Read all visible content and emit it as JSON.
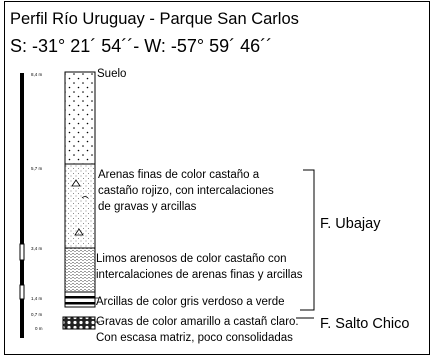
{
  "title": {
    "line1": "Perfil  Río Uruguay - Parque San Carlos",
    "line2": "S: -31° 21´ 54´´- W: -57° 59´ 46´´"
  },
  "scale_labels": [
    "8,4 m",
    "5,7 m",
    "3,4 m",
    "1,4 m",
    "0,7 m",
    "0 m"
  ],
  "layers": [
    {
      "id": "suelo",
      "lines": [
        "Suelo"
      ]
    },
    {
      "id": "arenas",
      "lines": [
        "Arenas finas de color castaño a",
        "castaño rojizo, con intercalaciones",
        "de gravas y arcillas"
      ]
    },
    {
      "id": "limos",
      "lines": [
        "Limos arenosos de color castaño con",
        "intercalaciones de arenas finas y arcillas"
      ]
    },
    {
      "id": "arcillas",
      "lines": [
        "Arcillas de color gris verdoso a verde"
      ]
    },
    {
      "id": "gravas",
      "lines": [
        "Gravas de color amarillo a castañ claro.",
        "Con escasa matriz, poco consolidadas"
      ]
    }
  ],
  "formations": {
    "ubajay": "F. Ubajay",
    "salto_chico": "F. Salto Chico"
  }
}
